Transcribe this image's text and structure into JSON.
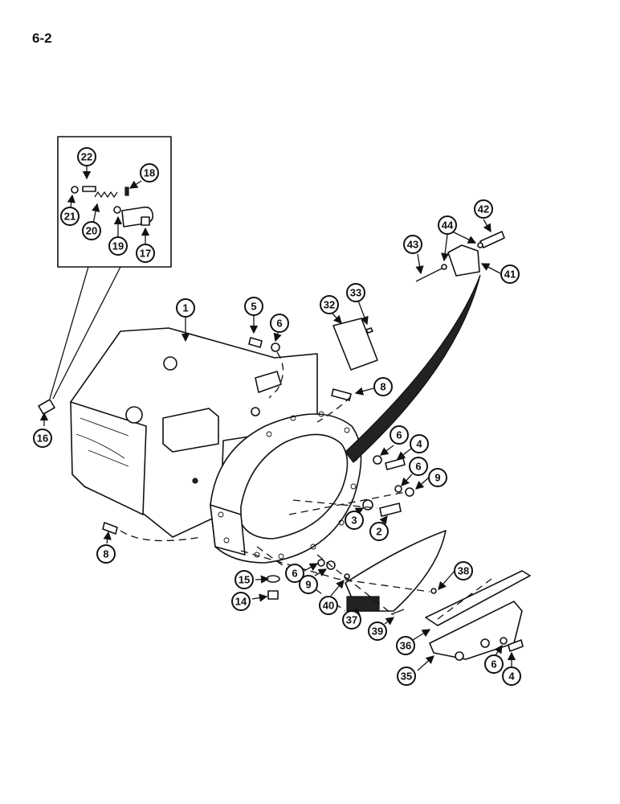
{
  "page_number": "6-2",
  "callouts": [
    "1",
    "2",
    "3",
    "4",
    "4",
    "5",
    "6",
    "6",
    "6",
    "6",
    "6",
    "8",
    "8",
    "9",
    "9",
    "14",
    "15",
    "16",
    "17",
    "18",
    "19",
    "20",
    "21",
    "22",
    "32",
    "33",
    "35",
    "36",
    "37",
    "38",
    "39",
    "40",
    "41",
    "42",
    "43",
    "44"
  ]
}
